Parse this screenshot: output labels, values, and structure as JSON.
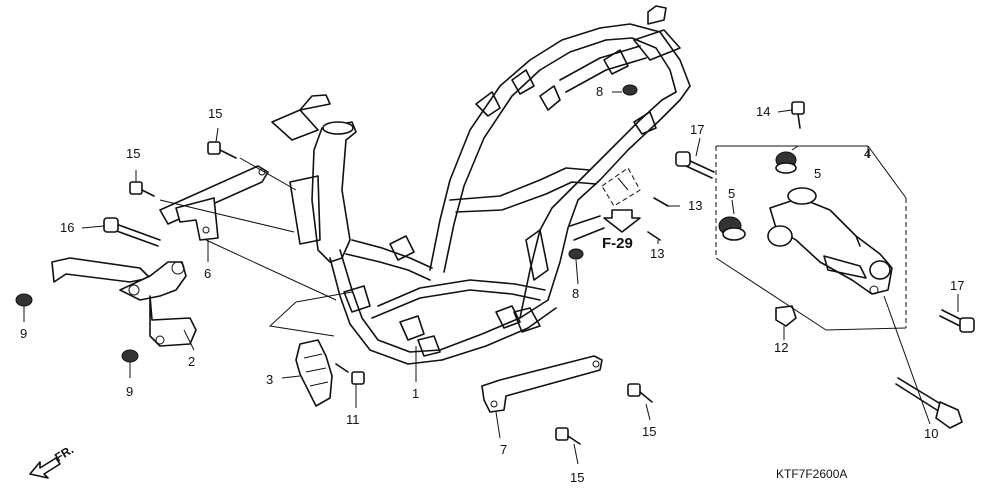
{
  "diagram": {
    "catalog_code": "KTF7F2600A",
    "front_indicator": "FR.",
    "reference": {
      "label": "F-29"
    },
    "callouts": [
      {
        "id": "c1",
        "label": "1"
      },
      {
        "id": "c2",
        "label": "2"
      },
      {
        "id": "c3",
        "label": "3"
      },
      {
        "id": "c4",
        "label": "4"
      },
      {
        "id": "c5a",
        "label": "5"
      },
      {
        "id": "c5b",
        "label": "5"
      },
      {
        "id": "c6",
        "label": "6"
      },
      {
        "id": "c7",
        "label": "7"
      },
      {
        "id": "c8a",
        "label": "8"
      },
      {
        "id": "c8b",
        "label": "8"
      },
      {
        "id": "c9a",
        "label": "9"
      },
      {
        "id": "c9b",
        "label": "9"
      },
      {
        "id": "c10",
        "label": "10"
      },
      {
        "id": "c11",
        "label": "11"
      },
      {
        "id": "c12",
        "label": "12"
      },
      {
        "id": "c13a",
        "label": "13"
      },
      {
        "id": "c13b",
        "label": "13"
      },
      {
        "id": "c14",
        "label": "14"
      },
      {
        "id": "c15a",
        "label": "15"
      },
      {
        "id": "c15b",
        "label": "15"
      },
      {
        "id": "c15c",
        "label": "15"
      },
      {
        "id": "c15d",
        "label": "15"
      },
      {
        "id": "c16",
        "label": "16"
      },
      {
        "id": "c17a",
        "label": "17"
      },
      {
        "id": "c17b",
        "label": "17"
      }
    ]
  }
}
